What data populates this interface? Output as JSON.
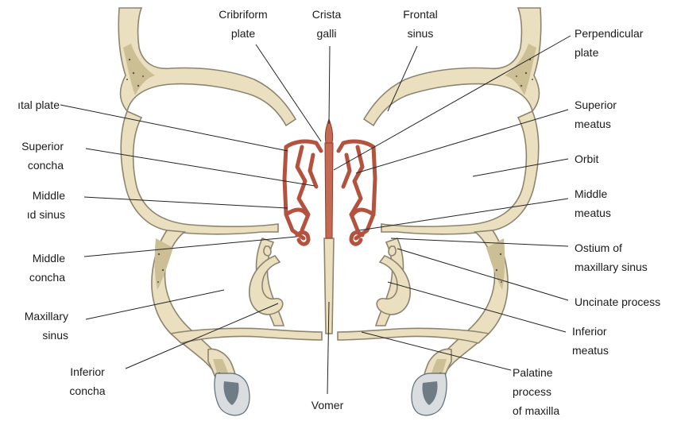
{
  "labels": {
    "cribriform_plate": "Cribriform\nplate",
    "crista_galli": "Crista\ngalli",
    "frontal_sinus": "Frontal\nsinus",
    "perpendicular_plate": "Perpendicular\nplate",
    "orbital_plate": "ıtal plate",
    "superior_concha": "Superior\nconcha",
    "middle_ethmoid_sinus": "Middle\nıd sinus",
    "middle_concha": "Middle\nconcha",
    "maxillary_sinus": "Maxillary\nsinus",
    "inferior_concha": "Inferior\nconcha",
    "superior_meatus": "Superior\nmeatus",
    "orbit": "Orbit",
    "middle_meatus": "Middle\nmeatus",
    "ostium_maxillary_sinus": "Ostium of\nmaxillary sinus",
    "uncinate_process": "Uncinate process",
    "inferior_meatus": "Inferior\nmeatus",
    "vomer": "Vomer",
    "palatine_process": "Palatine\nprocess\nof maxilla"
  },
  "colors": {
    "bone": "#eadfbf",
    "bone_outline": "#8d8470",
    "ethmoid": "#b3533f",
    "leader": "#222222"
  }
}
